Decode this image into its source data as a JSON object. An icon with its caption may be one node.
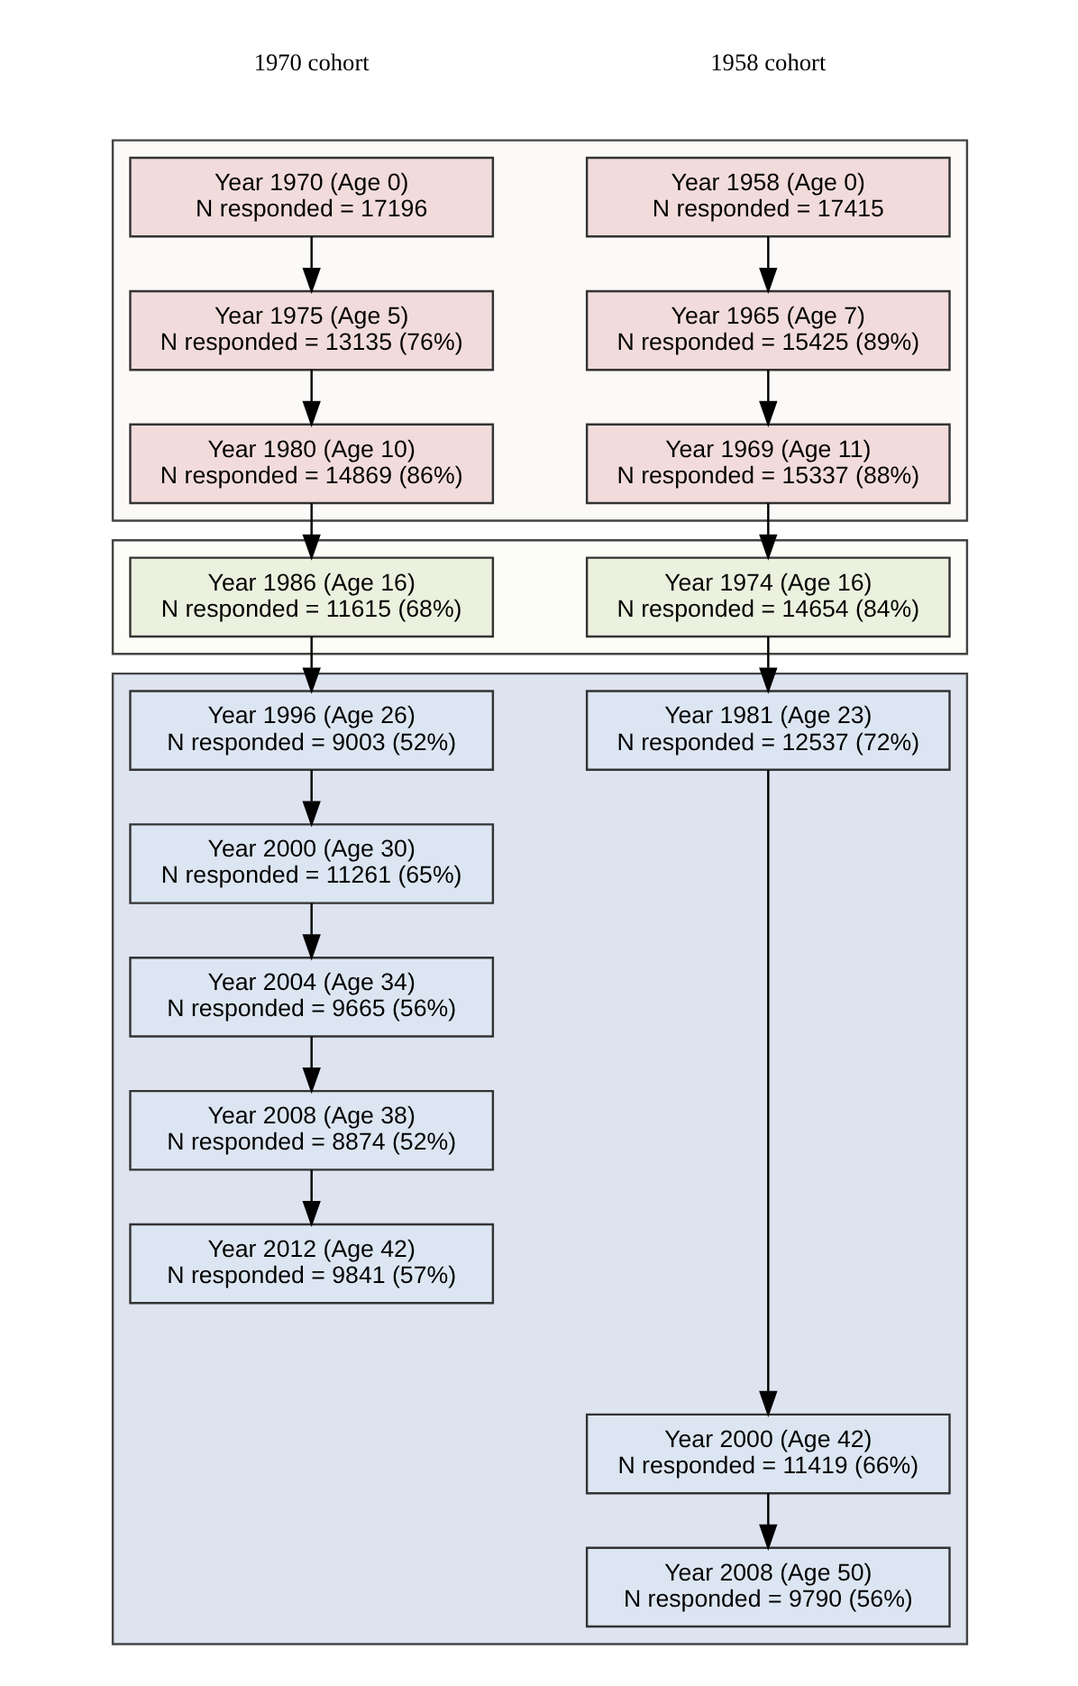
{
  "diagram": {
    "nodes": [
      {
        "text": [],
        "shape": "box"
      },
      {
        "text": [],
        "shape": "box"
      },
      {
        "text": [],
        "shape": "box"
      },
      {
        "text": [
          "Year 1970 (Age 0) N responded = 17196"
        ],
        "in": 0
      },
      {
        "text": [
          "Year 1958 (Age 0) N responded = 17415"
        ],
        "in": 0
      },
      {
        "text": [
          "Year 1975 (Age 5) N responded = 13135 (76%)"
        ],
        "in": 0
      },
      {
        "text": [
          "Year 1965 (Age 7) N responded = 15425 (89%)"
        ],
        "in": 0
      },
      {
        "text": [
          "Year 1980 (Age 10) N responded = 14869 (86%)"
        ],
        "in": 0
      },
      {
        "text": [
          "Year 1969 (Age 11) N responded = 15337 (88%)"
        ],
        "in": 0
      },
      {
        "text": [
          "Year 1986 (Age 16) N responded = 11615 (68%)"
        ],
        "in": 1
      },
      {
        "text": [
          "Year 1974 (Age 16) N responded = 14654 (84%)"
        ],
        "in": 1
      },
      {
        "text": [
          "Year 1996 (Age 26) N responded = 9003 (52%)"
        ],
        "in": 2
      },
      {
        "text": [
          "Year 1981 (Age 23) N responded = 12537 (72%)"
        ],
        "in": 2
      },
      {
        "text": [
          "Year 2000 (Age 30) N responded = 11261 (65%)"
        ],
        "in": 2
      },
      {
        "text": [
          "Year 2004 (Age 34) N responded = 9665 (56%)"
        ],
        "in": 2
      },
      {
        "text": [
          "Year 2008 (Age 38) N responded = 8874 (52%)"
        ],
        "in": 2
      },
      {
        "text": [
          "Year 2012 (Age 42) N responded = 9841 (57%)"
        ],
        "in": 2
      },
      {
        "text": [
          "Year 2000 (Age 42) N responded = 11419 (66%)"
        ],
        "in": 2
      },
      {
        "text": [
          "Year 2008 (Age 50) N responded = 9790 (56%)"
        ],
        "in": 2
      }
    ],
    "edges": [
      {
        "from": 3,
        "to": 5,
        "arrow": "to"
      },
      {
        "from": 5,
        "to": 7,
        "arrow": "to"
      },
      {
        "from": 7,
        "to": 9,
        "arrow": "to"
      },
      {
        "from": 9,
        "to": 11,
        "arrow": "to"
      },
      {
        "from": 11,
        "to": 13,
        "arrow": "to"
      },
      {
        "from": 13,
        "to": 14,
        "arrow": "to"
      },
      {
        "from": 14,
        "to": 15,
        "arrow": "to"
      },
      {
        "from": 15,
        "to": 16,
        "arrow": "to"
      },
      {
        "from": 4,
        "to": 6,
        "arrow": "to"
      },
      {
        "from": 6,
        "to": 8,
        "arrow": "to"
      },
      {
        "from": 8,
        "to": 10,
        "arrow": "to"
      },
      {
        "from": 10,
        "to": 12,
        "arrow": "to"
      },
      {
        "from": 12,
        "to": 17,
        "arrow": "to"
      },
      {
        "from": 17,
        "to": 18,
        "arrow": "to"
      }
    ],
    "labels": [
      "1970 cohort",
      "1958 cohort"
    ]
  }
}
